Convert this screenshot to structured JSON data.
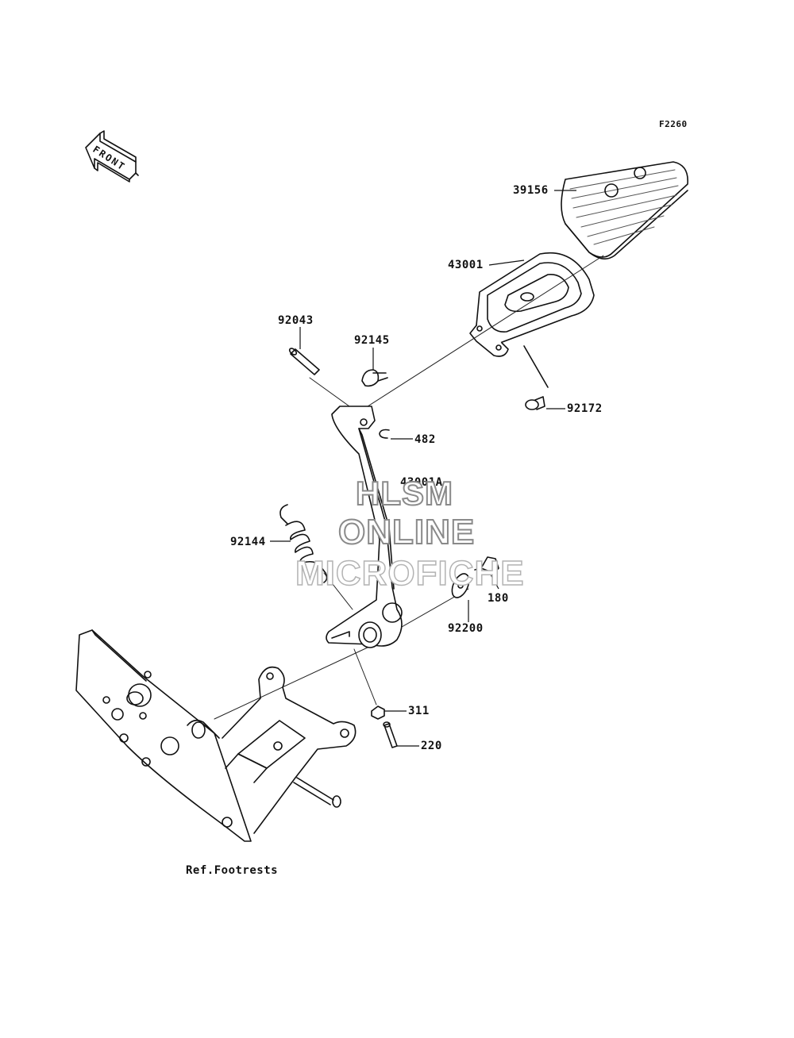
{
  "figure_code": "F2260",
  "front_arrow": {
    "label": "FRONT"
  },
  "parts": {
    "p39156": "39156",
    "p43001": "43001",
    "p92043": "92043",
    "p92145": "92145",
    "p92172": "92172",
    "p482": "482",
    "p43001A": "43001A",
    "p92144": "92144",
    "p180": "180",
    "p92200": "92200",
    "p311": "311",
    "p220": "220"
  },
  "reference": "Ref.Footrests",
  "watermark": {
    "line1": "HLSM",
    "line2": "ONLINE",
    "line3": "MICROFICHE"
  }
}
